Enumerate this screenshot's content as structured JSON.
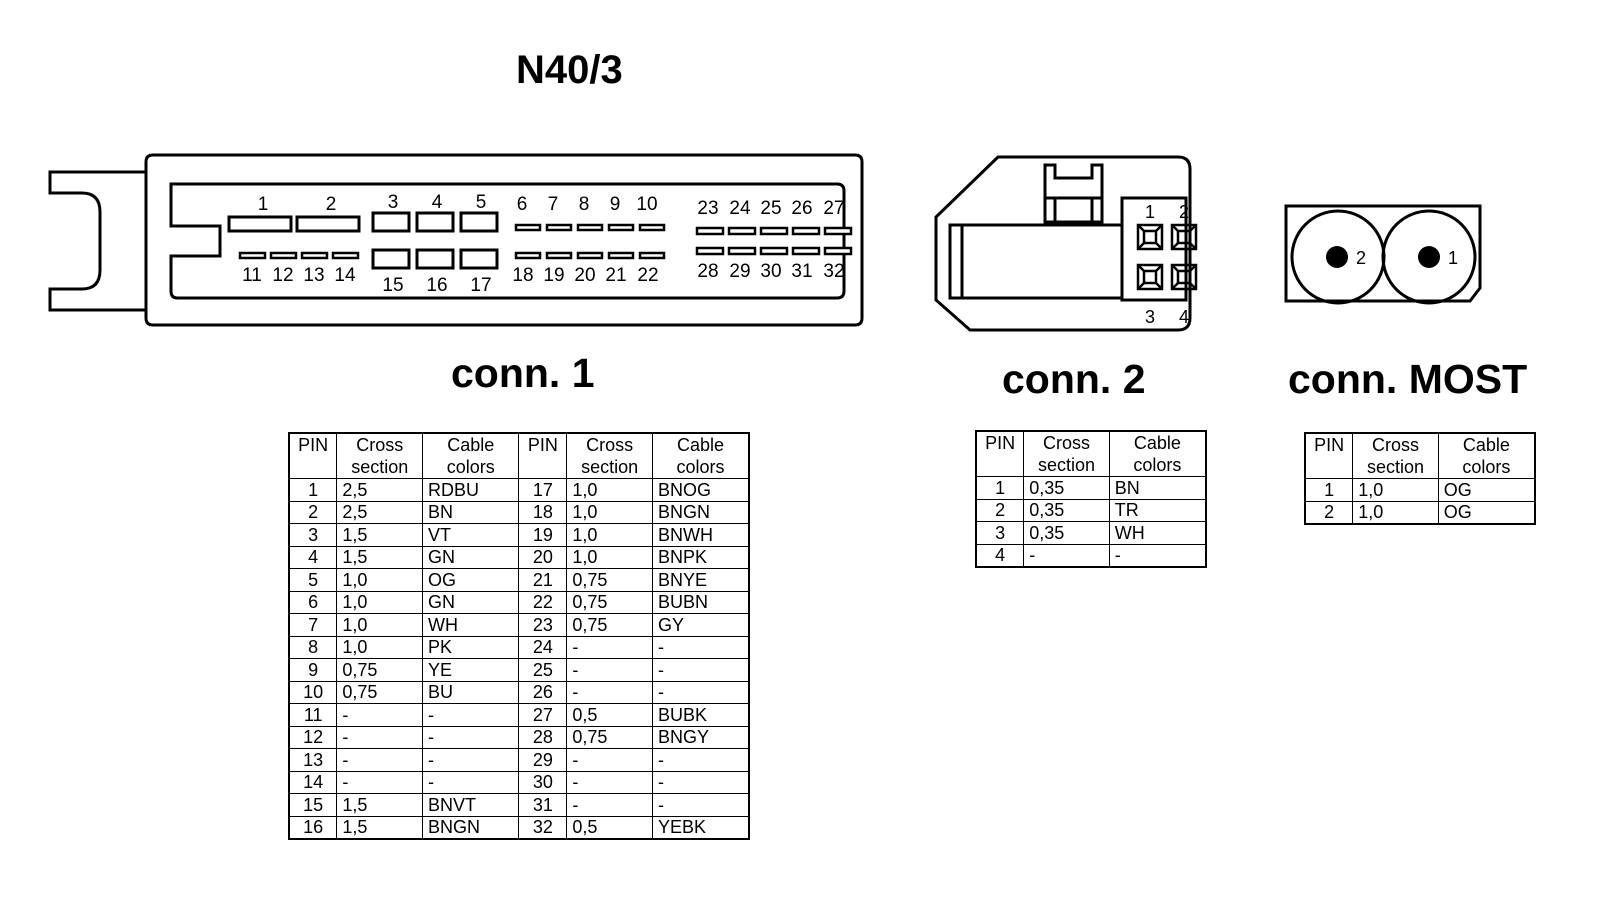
{
  "title": "N40/3",
  "conn1": {
    "label": "conn. 1",
    "pins_top": [
      "1",
      "2",
      "3",
      "4",
      "5",
      "6",
      "7",
      "8",
      "9",
      "10",
      "23",
      "24",
      "25",
      "26",
      "27"
    ],
    "pins_bottom": [
      "11",
      "12",
      "13",
      "14",
      "15",
      "16",
      "17",
      "18",
      "19",
      "20",
      "21",
      "22",
      "28",
      "29",
      "30",
      "31",
      "32"
    ],
    "headers": [
      "PIN",
      "Cross section",
      "Cable colors",
      "PIN",
      "Cross section",
      "Cable colors"
    ],
    "rows": [
      [
        "1",
        "2,5",
        "RDBU",
        "17",
        "1,0",
        "BNOG"
      ],
      [
        "2",
        "2,5",
        "BN",
        "18",
        "1,0",
        "BNGN"
      ],
      [
        "3",
        "1,5",
        "VT",
        "19",
        "1,0",
        "BNWH"
      ],
      [
        "4",
        "1,5",
        "GN",
        "20",
        "1,0",
        "BNPK"
      ],
      [
        "5",
        "1,0",
        "OG",
        "21",
        "0,75",
        "BNYE"
      ],
      [
        "6",
        "1,0",
        "GN",
        "22",
        "0,75",
        "BUBN"
      ],
      [
        "7",
        "1,0",
        "WH",
        "23",
        "0,75",
        "GY"
      ],
      [
        "8",
        "1,0",
        "PK",
        "24",
        "-",
        "-"
      ],
      [
        "9",
        "0,75",
        "YE",
        "25",
        "-",
        "-"
      ],
      [
        "10",
        "0,75",
        "BU",
        "26",
        "-",
        "-"
      ],
      [
        "11",
        "-",
        "-",
        "27",
        "0,5",
        "BUBK"
      ],
      [
        "12",
        "-",
        "-",
        "28",
        "0,75",
        "BNGY"
      ],
      [
        "13",
        "-",
        "-",
        "29",
        "-",
        "-"
      ],
      [
        "14",
        "-",
        "-",
        "30",
        "-",
        "-"
      ],
      [
        "15",
        "1,5",
        "BNVT",
        "31",
        "-",
        "-"
      ],
      [
        "16",
        "1,5",
        "BNGN",
        "32",
        "0,5",
        "YEBK"
      ]
    ]
  },
  "conn2": {
    "label": "conn. 2",
    "pins": [
      "1",
      "2",
      "3",
      "4"
    ],
    "headers": [
      "PIN",
      "Cross section",
      "Cable colors"
    ],
    "rows": [
      [
        "1",
        "0,35",
        "BN"
      ],
      [
        "2",
        "0,35",
        "TR"
      ],
      [
        "3",
        "0,35",
        "WH"
      ],
      [
        "4",
        "-",
        "-"
      ]
    ]
  },
  "most": {
    "label": "conn. MOST",
    "pins": [
      "2",
      "1"
    ],
    "headers": [
      "PIN",
      "Cross section",
      "Cable colors"
    ],
    "rows": [
      [
        "1",
        "1,0",
        "OG"
      ],
      [
        "2",
        "1,0",
        "OG"
      ]
    ]
  }
}
